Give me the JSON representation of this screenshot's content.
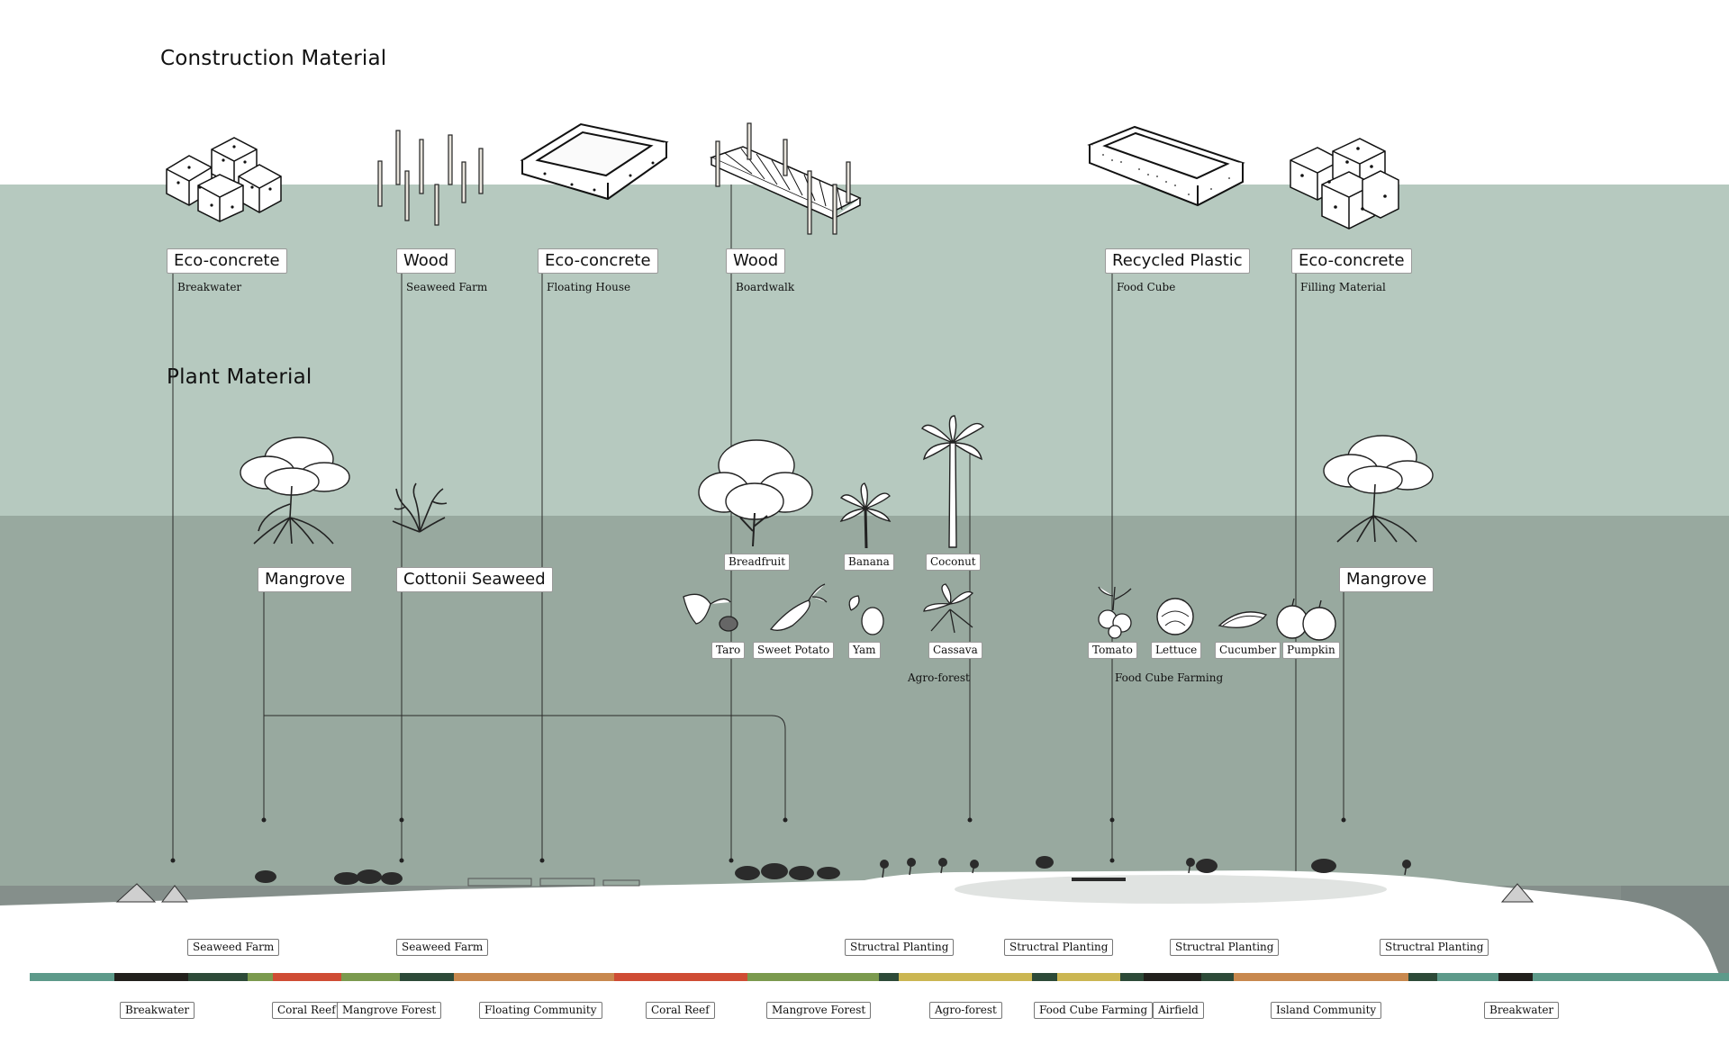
{
  "headings": {
    "construction": "Construction Material",
    "plant": "Plant Material"
  },
  "construction": [
    {
      "material": "Eco-concrete",
      "use": "Breakwater",
      "icon": "stacked-cubes-icon"
    },
    {
      "material": "Wood",
      "use": "Seaweed Farm",
      "icon": "wooden-poles-icon"
    },
    {
      "material": "Eco-concrete",
      "use": "Floating House",
      "icon": "concrete-basin-icon"
    },
    {
      "material": "Wood",
      "use": "Boardwalk",
      "icon": "boardwalk-icon"
    },
    {
      "material": "Recycled Plastic",
      "use": "Food Cube",
      "icon": "plastic-trough-icon"
    },
    {
      "material": "Eco-concrete",
      "use": "Filling Material",
      "icon": "filling-cubes-icon"
    }
  ],
  "plants_main": [
    {
      "name": "Mangrove",
      "icon": "mangrove-icon"
    },
    {
      "name": "Cottonii Seaweed",
      "icon": "seaweed-icon"
    },
    {
      "name": "Mangrove",
      "icon": "mangrove-icon"
    }
  ],
  "agroforest": {
    "caption": "Agro-forest",
    "trees": [
      "Breadfruit",
      "Banana",
      "Coconut"
    ],
    "crops": [
      "Taro",
      "Sweet Potato",
      "Yam",
      "Cassava"
    ]
  },
  "foodcube": {
    "caption": "Food Cube Farming",
    "crops": [
      "Tomato",
      "Lettuce",
      "Cucumber",
      "Pumpkin"
    ]
  },
  "planting_labels": [
    "Seaweed Farm",
    "Seaweed Farm",
    "Structral Planting",
    "Structral Planting",
    "Structral Planting",
    "Structral Planting"
  ],
  "zones": [
    "Breakwater",
    "Coral Reef",
    "Mangrove Forest",
    "Floating Community",
    "Coral Reef",
    "Mangrove Forest",
    "Agro-forest",
    "Food Cube Farming",
    "Airfield",
    "Island Community",
    "Breakwater"
  ],
  "colors": {
    "band_light": "#b6c9bf",
    "band_dark": "#98a99f",
    "sea": "#858f8b",
    "zone_teal": "#5d9a8a",
    "zone_dark": "#22201c",
    "zone_green": "#2d4a38",
    "zone_olive": "#7b9a4e",
    "zone_red": "#cf4c34",
    "zone_orange": "#c8884e",
    "zone_yellow": "#cbb652"
  }
}
